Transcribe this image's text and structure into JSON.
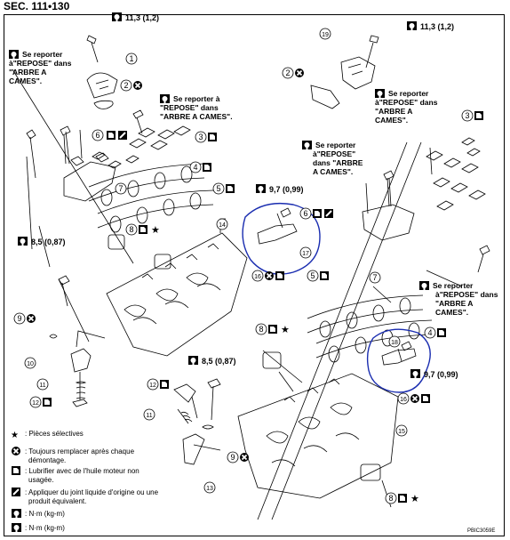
{
  "header": {
    "section": "SEC. 111•130"
  },
  "torques": {
    "t_11_3": "11,3 (1,2)",
    "t_8_5": "8,5 (0,87)",
    "t_9_7": "9,7 (0,99)"
  },
  "notes": {
    "arbre_l1": "Se reporter",
    "arbre_l2": "à\"REPOSE\" dans",
    "arbre_l3": "\"ARBRE A",
    "arbre_l4": "CAMES\".",
    "b_l1": "Se reporter à",
    "b_l2": "\"REPOSE\" dans",
    "b_l3": "\"ARBRE A CAMES\".",
    "c_l1": "Se reporter",
    "c_l2": "à\"REPOSE\"",
    "c_l3": "dans \"ARBRE",
    "c_l4": "A CAMES\".",
    "e_l1": "Se reporter",
    "e_l2": "à\"REPOSE\" dans",
    "e_l3": "\"ARBRE A",
    "e_l4": "CAMES\"."
  },
  "legend": {
    "selective": ": Pièces sélectives",
    "replace_l1": ": Toujours remplacer après chaque",
    "replace_l2": "démontage.",
    "oil_l1": ": Lubrifier avec de l'huile moteur non",
    "oil_l2": "usagée.",
    "sealant_l1": ": Appliquer du joint liquide d'origine ou une",
    "sealant_l2": "produit équivalent.",
    "nm1": ": N·m (kg-m)",
    "nm2": ": N·m (kg-m)"
  },
  "parts": [
    "1",
    "2",
    "3",
    "4",
    "5",
    "6",
    "7",
    "8",
    "9",
    "10",
    "11",
    "12",
    "13",
    "14",
    "15",
    "16",
    "17",
    "18",
    "19"
  ],
  "footer": {
    "code": "PBIC3059E"
  }
}
